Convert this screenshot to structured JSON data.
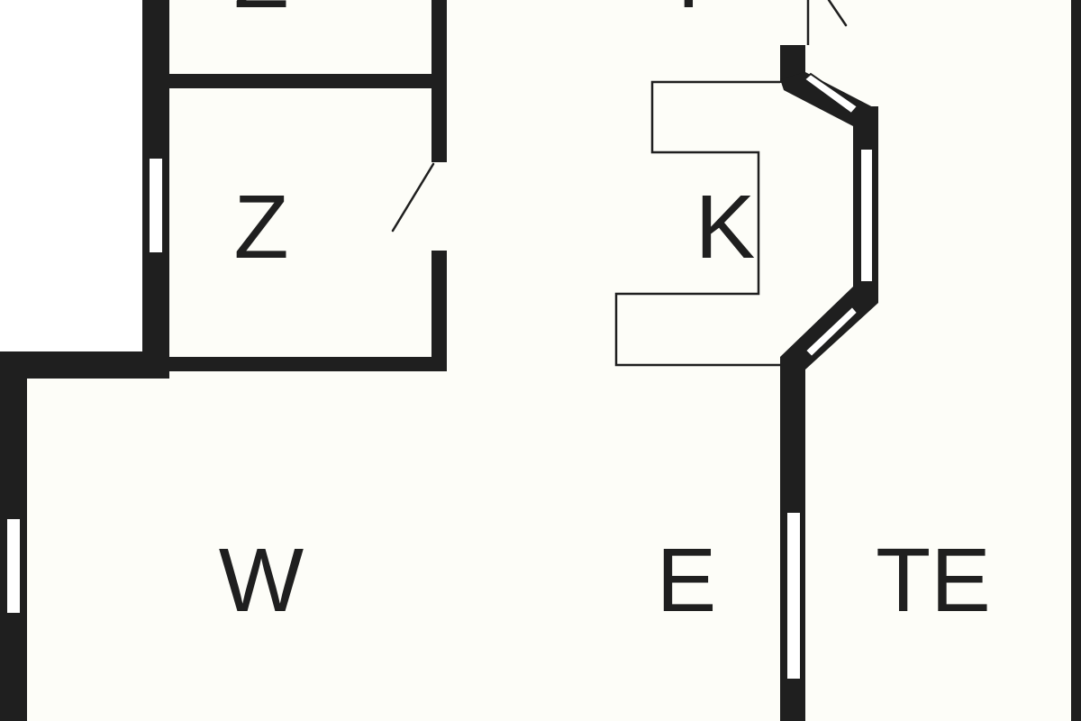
{
  "floorplan": {
    "rooms": {
      "z_top": "Z",
      "hall_top": "F",
      "z_middle": "Z",
      "kitchen": "K",
      "living": "W",
      "dining": "E",
      "terrace": "TE"
    },
    "colors": {
      "background": "#fdfdf8",
      "outside": "#ffffff",
      "wall": "#1f1f1f",
      "window_fill": "#ffffff"
    }
  }
}
